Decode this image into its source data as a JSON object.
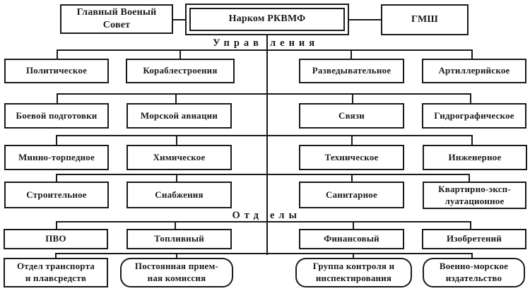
{
  "page": {
    "background_color": "#ffffff",
    "line_color": "#1a1a1a",
    "text_color": "#1a1a1a"
  },
  "top_row": {
    "main_military_council": "Главный Военый\nСовет",
    "narkom_rkvmf": "Нарком РКВМФ",
    "gmsh": "ГМШ"
  },
  "section_labels": {
    "upravleniya_left": "Управ",
    "upravleniya_right": "ления",
    "otdely_left": "Отд",
    "otdely_right": "елы"
  },
  "upravleniya": {
    "political": "Политическое",
    "shipbuilding": "Кораблестроения",
    "intelligence": "Разведывательное",
    "artillery": "Артиллерийское",
    "combat_training": "Боевой подготовки",
    "naval_aviation": "Морской авиации",
    "signals": "Связи",
    "hydrographic": "Гидрографическое",
    "mine_torpedo": "Минно-торпедное",
    "chemical": "Химическое",
    "technical": "Техническое",
    "engineering": "Инженерное",
    "construction": "Строительное",
    "supply": "Снабжения",
    "medical": "Санитарное",
    "quartering": "Квартирно-эксп-\nлуатационное"
  },
  "otdely": {
    "air_defense": "ПВО",
    "fuel": "Топливный",
    "financial": "Финансовый",
    "inventions": "Изобретений",
    "transport": "Отдел транспорта\nи плавсредств",
    "acceptance_commission": "Постоянная прием-\nная комиссия",
    "control_inspection": "Группа контроля и\nинспектирования",
    "naval_publishing": "Военно-морское\nиздательство"
  }
}
